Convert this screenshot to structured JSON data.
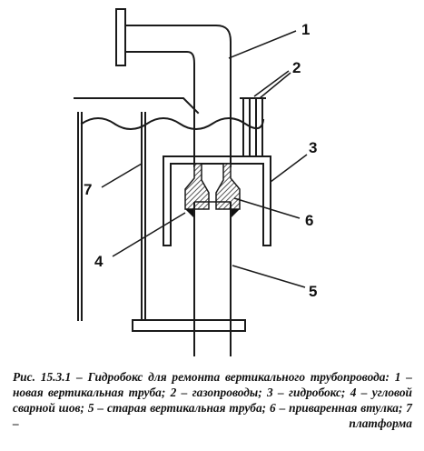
{
  "labels": {
    "l1": "1",
    "l2": "2",
    "l3": "3",
    "l4": "4",
    "l5": "5",
    "l6": "6",
    "l7": "7"
  },
  "caption": "Рис. 15.3.1 – Гидробокс для ремонта вертикального трубопровода: 1 – новая вертикальная труба; 2 – газопроводы; 3 – гидробокс; 4 – угловой сварной шов; 5 – старая вертикальная труба; 6 – приваренная втулка; 7 – платформа",
  "colors": {
    "line": "#1a1a1a",
    "hatch": "#555555",
    "weld": "#111111"
  }
}
